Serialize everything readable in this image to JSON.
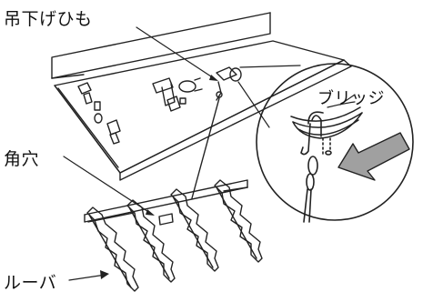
{
  "labels": {
    "hanging_string": "吊下げひも",
    "bridge": "ブリッジ",
    "square_hole": "角穴",
    "louver": "ルーバ"
  },
  "colors": {
    "line": "#222222",
    "arrow_fill": "#a0a0a0",
    "background": "#ffffff"
  }
}
